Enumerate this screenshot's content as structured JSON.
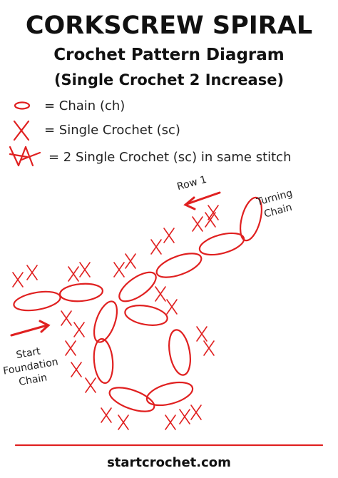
{
  "title": "CORKSCREW SPIRAL",
  "subtitle": "Crochet Pattern Diagram",
  "subtitle2": "(Single Crochet 2 Increase)",
  "legend": [
    {
      "symbol": "oval",
      "label": "= Chain (ch)"
    },
    {
      "symbol": "x",
      "label": "= Single Crochet (sc)"
    },
    {
      "symbol": "double-x",
      "label": "= 2 Single Crochet (sc) in same stitch"
    }
  ],
  "annotations": {
    "row1": "Row 1",
    "turning": [
      "Turning",
      "Chain"
    ],
    "start": [
      "Start",
      "Foundation",
      "Chain"
    ]
  },
  "footer": "startcrochet.com",
  "colors": {
    "red": "#e02020",
    "text": "#111111"
  }
}
